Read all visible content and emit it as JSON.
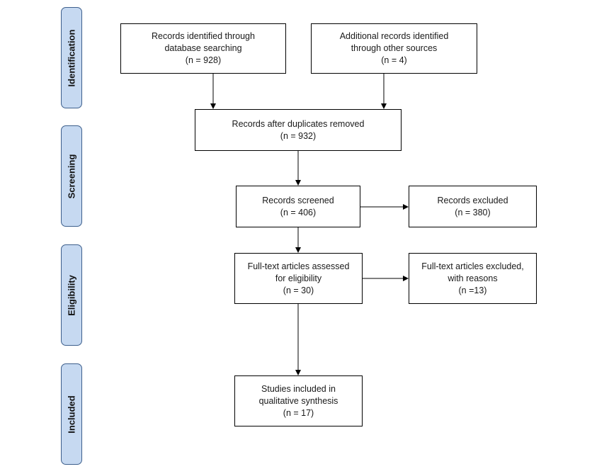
{
  "phases": {
    "identification": "Identification",
    "screening": "Screening",
    "eligibility": "Eligibility",
    "included": "Included"
  },
  "boxes": {
    "database_records": {
      "lines": [
        "Records identified through",
        "database searching",
        "(n = 928)"
      ]
    },
    "other_sources": {
      "lines": [
        "Additional records identified",
        "through other sources",
        "(n = 4)"
      ]
    },
    "after_duplicates": {
      "lines": [
        "Records after duplicates removed",
        "(n = 932)"
      ]
    },
    "screened": {
      "lines": [
        "Records screened",
        "(n = 406)"
      ]
    },
    "excluded": {
      "lines": [
        "Records excluded",
        "(n = 380)"
      ]
    },
    "fulltext_assessed": {
      "lines": [
        "Full-text articles assessed",
        "for eligibility",
        "(n = 30)"
      ]
    },
    "fulltext_excluded": {
      "lines": [
        "Full-text articles excluded,",
        "with reasons",
        "(n =13)"
      ]
    },
    "included_studies": {
      "lines": [
        "Studies included in",
        "qualitative synthesis",
        "(n = 17)"
      ]
    }
  },
  "colors": {
    "phase_fill": "#c6d9f1",
    "phase_border": "#3d5f8c",
    "box_border": "#000000"
  }
}
